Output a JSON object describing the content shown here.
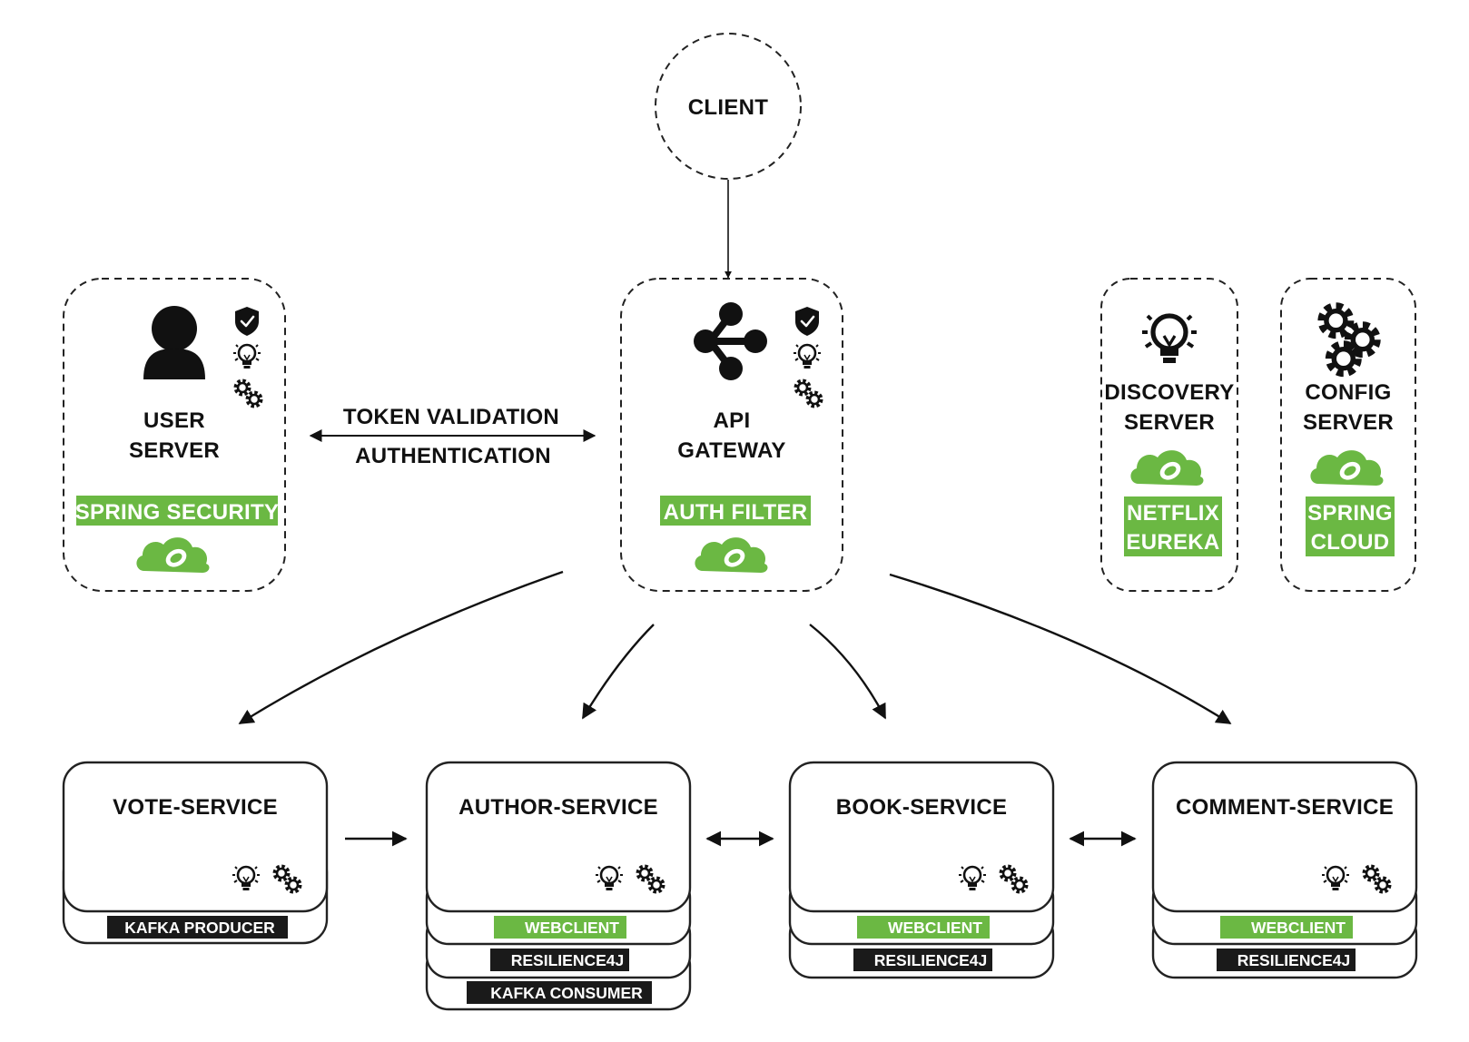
{
  "client": {
    "label": "CLIENT"
  },
  "user_server": {
    "title_line1": "USER",
    "title_line2": "SERVER",
    "badge": "SPRING SECURITY",
    "icons": [
      "user-icon",
      "shield-check-icon",
      "lightbulb-icon",
      "gears-icon",
      "spring-leaf-icon"
    ]
  },
  "link_label": {
    "line1": "TOKEN VALIDATION",
    "line2": "AUTHENTICATION"
  },
  "gateway": {
    "title_line1": "API",
    "title_line2": "GATEWAY",
    "badge": "AUTH FILTER",
    "icons": [
      "share-nodes-icon",
      "shield-check-icon",
      "lightbulb-icon",
      "gears-icon",
      "spring-leaf-icon"
    ]
  },
  "discovery": {
    "title_line1": "DISCOVERY",
    "title_line2": "SERVER",
    "badge_line1": "NETFLIX",
    "badge_line2": "EUREKA",
    "icons": [
      "lightbulb-icon",
      "spring-leaf-icon"
    ]
  },
  "config": {
    "title_line1": "CONFIG",
    "title_line2": "SERVER",
    "badge_line1": "SPRING",
    "badge_line2": "CLOUD",
    "icons": [
      "gears-icon",
      "spring-leaf-icon"
    ]
  },
  "services": {
    "vote": {
      "title": "VOTE-SERVICE",
      "layers": [
        "KAFKA PRODUCER"
      ]
    },
    "author": {
      "title": "AUTHOR-SERVICE",
      "layers": [
        "WEBCLIENT",
        "RESILIENCE4J",
        "KAFKA CONSUMER"
      ]
    },
    "book": {
      "title": "BOOK-SERVICE",
      "layers": [
        "WEBCLIENT",
        "RESILIENCE4J"
      ]
    },
    "comment": {
      "title": "COMMENT-SERVICE",
      "layers": [
        "WEBCLIENT",
        "RESILIENCE4J"
      ]
    }
  },
  "colors": {
    "spring_green": "#6bb843",
    "badge_black": "#1a1a1a",
    "stroke": "#222222"
  }
}
